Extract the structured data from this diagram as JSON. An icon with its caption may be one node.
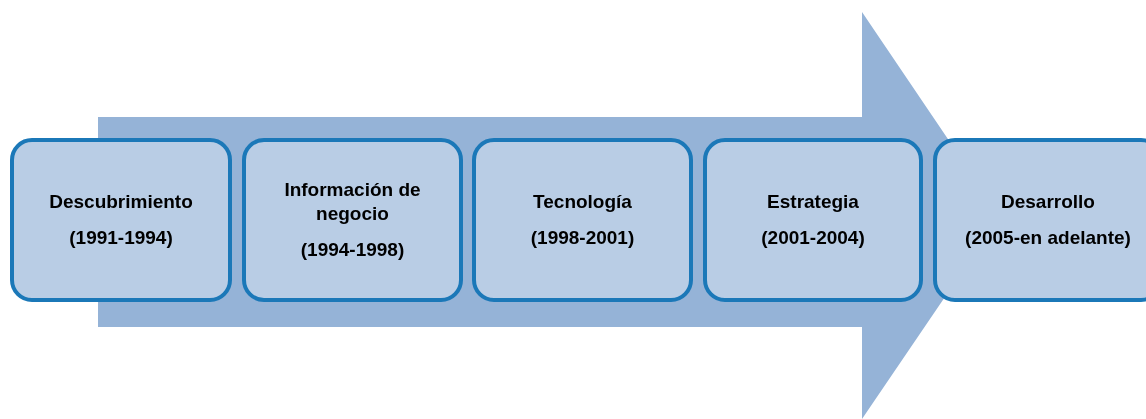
{
  "diagram": {
    "nodes": [
      {
        "text": [
          "Descubrimiento",
          "(1991-1994)"
        ]
      },
      {
        "text": [
          "Información de negocio",
          "(1994-1998)"
        ]
      },
      {
        "text": [
          "Tecnología",
          "(1998-2001)"
        ]
      },
      {
        "text": [
          "Estrategia",
          "(2001-2004)"
        ]
      },
      {
        "text": [
          "Desarrollo",
          "(2005-en adelante)"
        ]
      }
    ]
  }
}
